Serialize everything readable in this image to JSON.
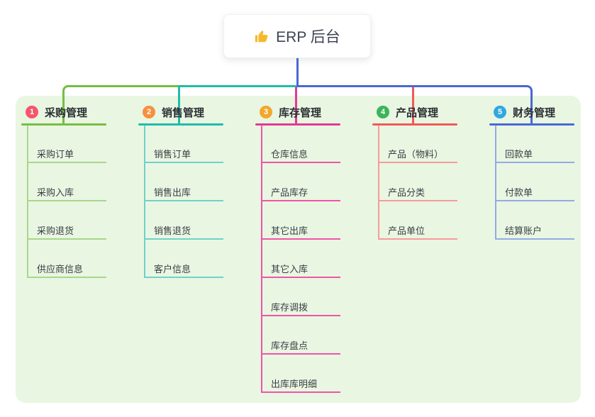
{
  "root": {
    "label": "ERP 后台",
    "icon": "thumbs-up-icon",
    "connector_color": "#4a68d4"
  },
  "canvas": {
    "background": "#ffffff",
    "panel_background": "#e9f6e2"
  },
  "branches": [
    {
      "badge": "1",
      "badge_color": "#f4566c",
      "line_color": "#76bd43",
      "child_line_color": "#a9d78a",
      "label": "采购管理",
      "children": [
        "采购订单",
        "采购入库",
        "采购退货",
        "供应商信息"
      ]
    },
    {
      "badge": "2",
      "badge_color": "#f7903e",
      "line_color": "#1fbcac",
      "child_line_color": "#6fd2c8",
      "label": "销售管理",
      "children": [
        "销售订单",
        "销售出库",
        "销售退货",
        "客户信息"
      ]
    },
    {
      "badge": "3",
      "badge_color": "#f3a72c",
      "line_color": "#e23a97",
      "child_line_color": "#ee55a8",
      "label": "库存管理",
      "children": [
        "仓库信息",
        "产品库存",
        "其它出库",
        "其它入库",
        "库存调拨",
        "库存盘点",
        "出库库明细"
      ]
    },
    {
      "badge": "4",
      "badge_color": "#3bb55a",
      "line_color": "#f25858",
      "child_line_color": "#f79b9b",
      "label": "产品管理",
      "children": [
        "产品（物料）",
        "产品分类",
        "产品单位"
      ]
    },
    {
      "badge": "5",
      "badge_color": "#31a7e0",
      "line_color": "#4a68d4",
      "child_line_color": "#93abe4",
      "label": "财务管理",
      "children": [
        "回款单",
        "付款单",
        "结算账户"
      ]
    }
  ]
}
